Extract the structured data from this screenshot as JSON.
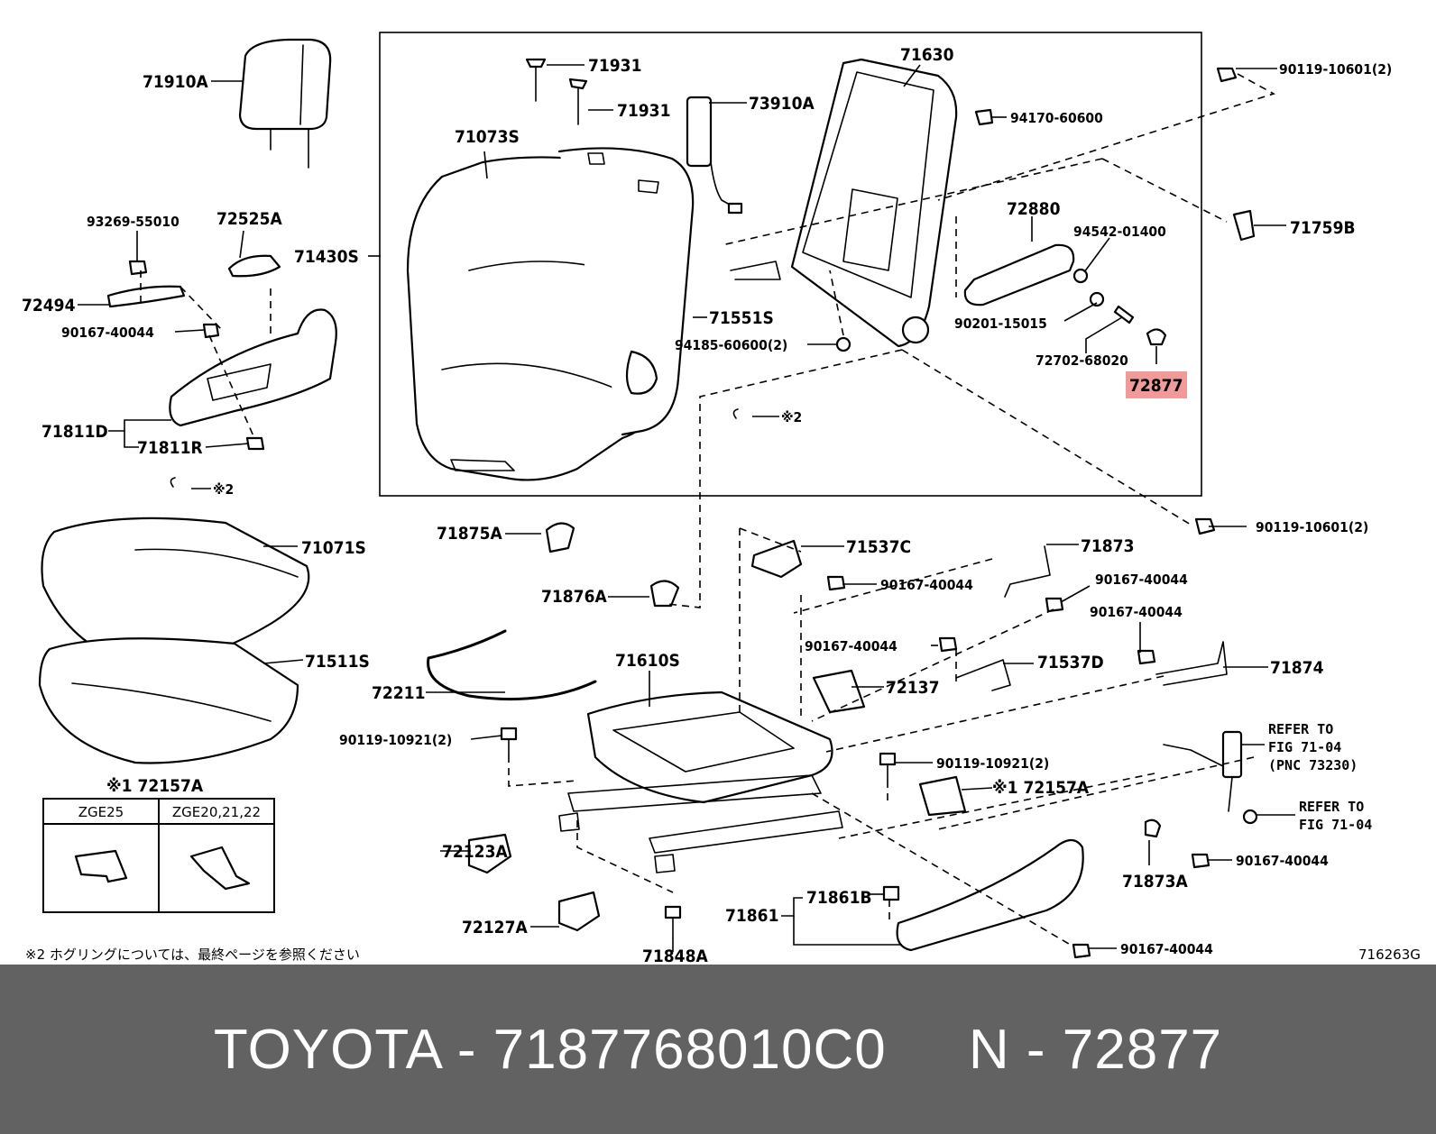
{
  "labels": {
    "71910A": "71910A",
    "71931a": "71931",
    "71931b": "71931",
    "71630": "71630",
    "73910A": "73910A",
    "71073S": "71073S",
    "71430S": "71430S",
    "71551S": "71551S",
    "93269-55010": "93269-55010",
    "72525A": "72525A",
    "72494": "72494",
    "90167-40044_left": "90167-40044",
    "71811D": "71811D",
    "71811R": "71811R",
    "x2_left": "※2",
    "x2_mid": "※2",
    "90119-10601_top": "90119-10601(2)",
    "94170-60600": "94170-60600",
    "72880": "72880",
    "94542-01400": "94542-01400",
    "71759B": "71759B",
    "90201-15015": "90201-15015",
    "94185-60600": "94185-60600(2)",
    "72702-68020": "72702-68020",
    "72877": "72877",
    "71071S": "71071S",
    "71511S": "71511S",
    "71875A": "71875A",
    "71876A": "71876A",
    "72211": "72211",
    "71610S": "71610S",
    "90119-10921_left": "90119-10921(2)",
    "90119-10921_right": "90119-10921(2)",
    "71537C": "71537C",
    "90167-40044_c": "90167-40044",
    "71873": "71873",
    "90167-40044_d": "90167-40044",
    "90167-40044_e": "90167-40044",
    "90167-40044_f": "90167-40044",
    "71537D": "71537D",
    "72137": "72137",
    "71874": "71874",
    "90119-10601_bottom": "90119-10601(2)",
    "refer1": [
      "REFER TO",
      "FIG 71-04",
      "(PNC 73230)"
    ],
    "refer2": [
      "REFER TO",
      "FIG 71-04"
    ],
    "72157A_right": "※1 72157A",
    "72157A_box": "※1 72157A",
    "zge25": "ZGE25",
    "zge2022": "ZGE20,21,22",
    "72123A": "72123A",
    "72127A": "72127A",
    "71848A": "71848A",
    "71861B": "71861B",
    "71861": "71861",
    "71873A": "71873A",
    "90167-40044_g": "90167-40044",
    "90167-40044_h": "90167-40044",
    "footnote": "※2  ホグリングについては、最終ページを参照ください",
    "figno": "716263G"
  },
  "footer": {
    "text": "TOYOTA - 7187768010C0     N - 72877"
  },
  "colors": {
    "highlight": "#f09a99",
    "footer_bg": "#626262",
    "footer_text": "#ffffff"
  }
}
